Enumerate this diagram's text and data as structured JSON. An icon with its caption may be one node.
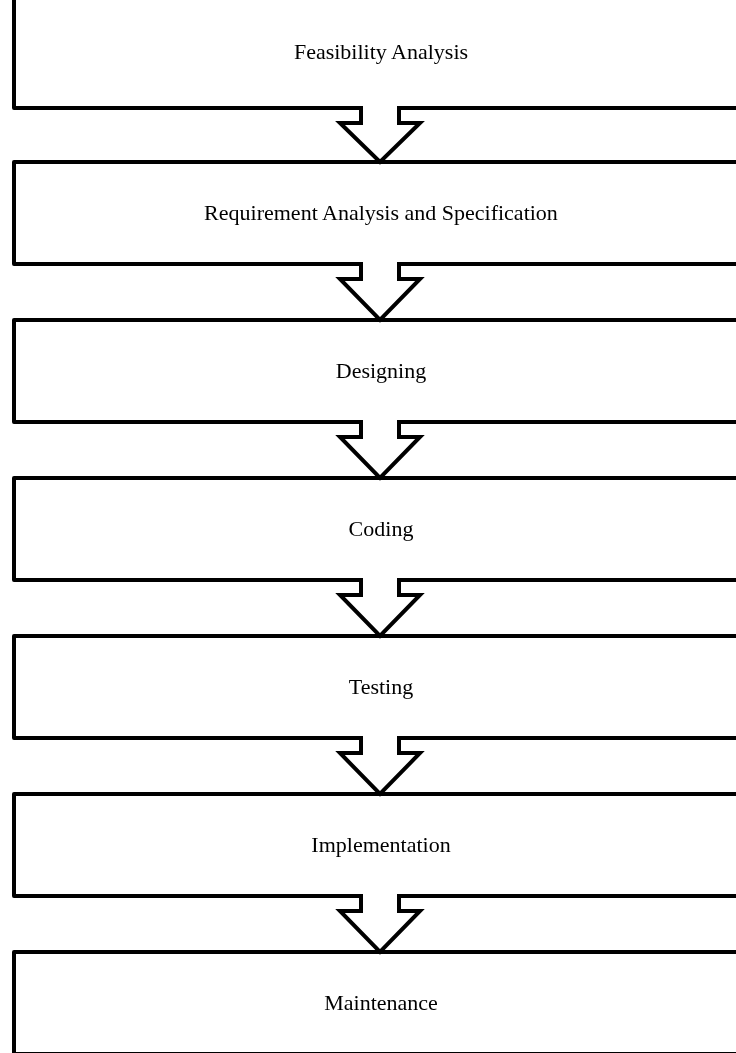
{
  "diagram": {
    "nodes": [
      {
        "text": [
          "Feasibility Analysis"
        ]
      },
      {
        "text": [
          "Requirement Analysis and Specification"
        ]
      },
      {
        "text": [
          "Designing"
        ]
      },
      {
        "text": [
          "Coding"
        ]
      },
      {
        "text": [
          "Testing"
        ]
      },
      {
        "text": [
          "Implementation"
        ]
      },
      {
        "text": [
          "Maintenance"
        ]
      }
    ],
    "edges": [
      {
        "from": 0,
        "to": 1,
        "arrow": "to"
      },
      {
        "from": 1,
        "to": 2,
        "arrow": "to"
      },
      {
        "from": 2,
        "to": 3,
        "arrow": "to"
      },
      {
        "from": 3,
        "to": 4,
        "arrow": "to"
      },
      {
        "from": 4,
        "to": 5,
        "arrow": "to"
      },
      {
        "from": 5,
        "to": 6,
        "arrow": "to"
      }
    ]
  }
}
